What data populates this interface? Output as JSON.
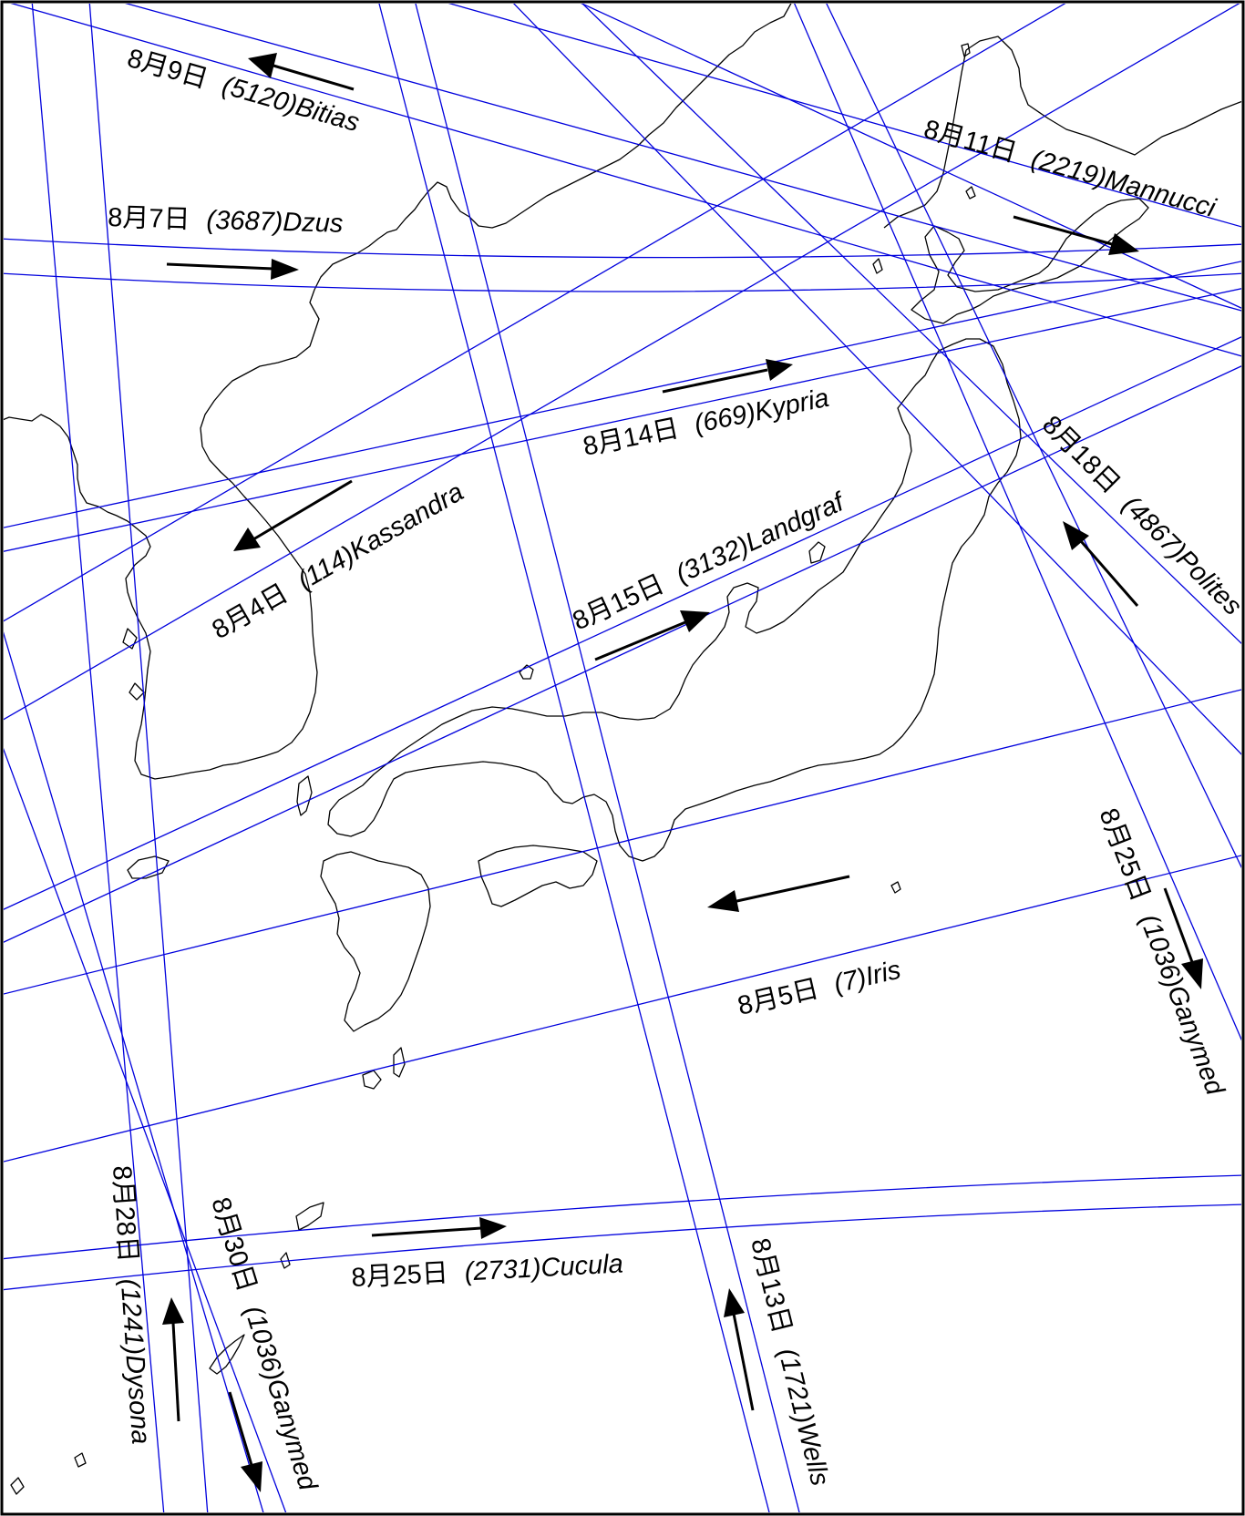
{
  "colors": {
    "background": "#ffffff",
    "track_line": "#0000dd",
    "coastline": "#000000",
    "arrow": "#000000",
    "text": "#000000"
  },
  "events": [
    {
      "id": "bitias",
      "date": "8月9日",
      "asteroid": "(5120)Bitias"
    },
    {
      "id": "dzus",
      "date": "8月7日",
      "asteroid": "(3687)Dzus"
    },
    {
      "id": "mannucci",
      "date": "8月11日",
      "asteroid": "(2219)Mannucci"
    },
    {
      "id": "kypria",
      "date": "8月14日",
      "asteroid": "(669)Kypria"
    },
    {
      "id": "kassandra",
      "date": "8月4日",
      "asteroid": "(114)Kassandra"
    },
    {
      "id": "landgraf",
      "date": "8月15日",
      "asteroid": "(3132)Landgraf"
    },
    {
      "id": "polites",
      "date": "8月18日",
      "asteroid": "(4867)Polites"
    },
    {
      "id": "iris",
      "date": "8月5日",
      "asteroid": "(7)Iris"
    },
    {
      "id": "ganymed25",
      "date": "8月25日",
      "asteroid": "(1036)Ganymed"
    },
    {
      "id": "cucula",
      "date": "8月25日",
      "asteroid": "(2731)Cucula"
    },
    {
      "id": "dysona",
      "date": "8月28日",
      "asteroid": "(1241)Dysona"
    },
    {
      "id": "ganymed30",
      "date": "8月30日",
      "asteroid": "(1036)Ganymed"
    },
    {
      "id": "wells",
      "date": "8月13日",
      "asteroid": "(1721)Wells"
    }
  ]
}
